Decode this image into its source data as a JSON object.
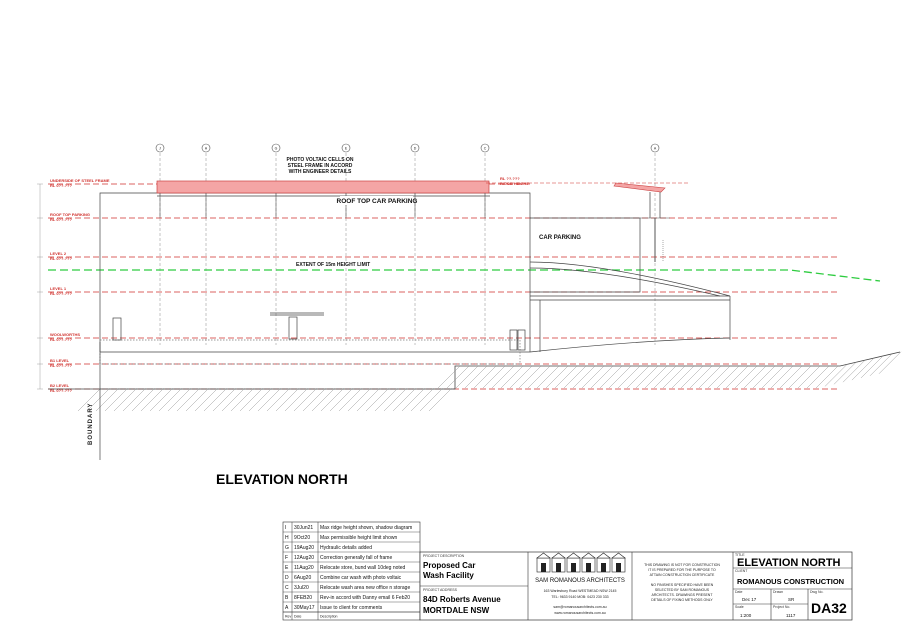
{
  "drawing": {
    "gridlines": [
      "J",
      "H",
      "G",
      "E",
      "D",
      "C",
      "A"
    ],
    "level_labels": [
      {
        "name": "UNDERSIDE OF STEEL FRAME",
        "rl": "RL 0??.???"
      },
      {
        "name": "ROOF TOP PARKING",
        "rl": "RL 0??.???"
      },
      {
        "name": "LEVEL 2",
        "rl": "RL 0??.???"
      },
      {
        "name": "LEVEL 1",
        "rl": "RL 0??.???"
      },
      {
        "name": "WOOLWORTHS",
        "rl": "RL 0??.???"
      },
      {
        "name": "B1 LEVEL",
        "rl": "RL 0??.???"
      },
      {
        "name": "B2 LEVEL",
        "rl": "RL 0??.???"
      }
    ],
    "ridge_height_label": "RIDGE HEIGHT",
    "ridge_rl": "RL ??.???",
    "pv_note": [
      "PHOTO VOLTAIC CELLS ON",
      "STEEL FRAME IN ACCORD",
      "WITH ENGINEER DETAILS"
    ],
    "roof_parking_label": "ROOF TOP CAR PARKING",
    "car_parking_label": "CAR PARKING",
    "height_limit_label": "EXTENT OF 15m HEIGHT LIMIT",
    "boundary_label": "BOUNDARY",
    "title": "ELEVATION NORTH"
  },
  "revisions": {
    "rows": [
      {
        "rev": "I",
        "date": "30Jun21",
        "desc": "Max ridge height shown, shadow diagram"
      },
      {
        "rev": "H",
        "date": "9Oct20",
        "desc": "Max permissible height limit shown"
      },
      {
        "rev": "G",
        "date": "19Aug20",
        "desc": "Hydraulic details added"
      },
      {
        "rev": "F",
        "date": "12Aug20",
        "desc": "Correction generally fall of frame"
      },
      {
        "rev": "E",
        "date": "11Aug20",
        "desc": "Relocate store, bund wall 10deg noted"
      },
      {
        "rev": "D",
        "date": "6Aug20",
        "desc": "Combine car wash with photo voltaic"
      },
      {
        "rev": "C",
        "date": "3Jul20",
        "desc": "Relocate wash area new office n storage"
      },
      {
        "rev": "B",
        "date": "8FEB20",
        "desc": "Rev-in accord with Danny email 6 Feb20"
      },
      {
        "rev": "A",
        "date": "30May17",
        "desc": "Issue to client for comments"
      }
    ],
    "headers": {
      "rev": "Rev",
      "date": "Date",
      "desc": "Description"
    }
  },
  "title_block": {
    "project_desc_head": "PROJECT DESCRIPTION",
    "project_desc": [
      "Proposed Car",
      "Wash Facility"
    ],
    "project_addr_head": "PROJECT ADDRESS",
    "project_addr": [
      "84D Roberts Avenue",
      "MORTDALE NSW"
    ],
    "architect": "SAM ROMANOUS ARCHITECTS",
    "architect_addr": "163 Warlesbury Road WESTMEAD NSW 2145",
    "architect_tel": "TEL: 9633 9140  MOB: 0423 230 333",
    "architect_email": "sam@romanousarchitects.com.au",
    "architect_web": "www.romanousarchitects.com.au",
    "disclaimer": [
      "THIS DRAWING IS NOT FOR CONSTRUCTION",
      "IT IS PREPARED FOR THE PURPOSE TO",
      "ATTAIN CONSTRUCTION CERTIFICATE",
      "",
      "NO FINISHES SPECIFIED HAVE BEEN",
      "SELECTED BY SAM ROMANOUS",
      "ARCHITECTS. DRAWINGS PRESENT",
      "DETAILS OF FIXING METHODS ONLY"
    ],
    "title_head": "TITLE",
    "title": "ELEVATION NORTH",
    "client_head": "CLIENT",
    "client": "ROMANOUS CONSTRUCTION",
    "date_head": "Date",
    "date": "Dec 17",
    "drawn_head": "Drawn",
    "drawn": "SR",
    "scale_head": "Scale",
    "scale": "1:200",
    "project_no_head": "Project No.",
    "project_no": "1117",
    "dwg_no_head": "Dwg No.",
    "dwg_no": "DA32"
  },
  "colors": {
    "red": "#d0312d",
    "green": "#2ecc40",
    "pink": "#f4a5a5"
  }
}
